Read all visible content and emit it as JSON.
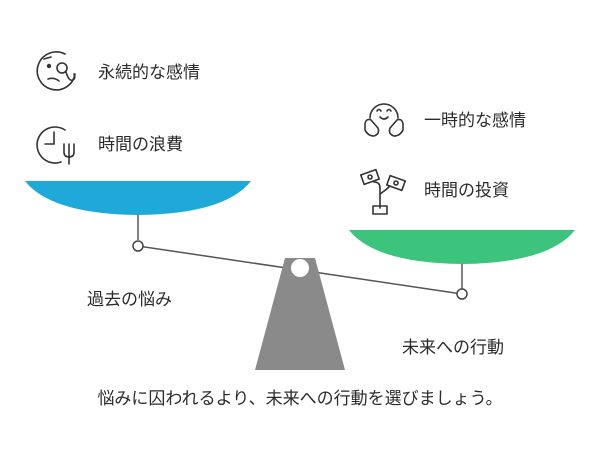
{
  "left": {
    "items": [
      {
        "label": "永続的な感情",
        "icon": "thinking-face-icon"
      },
      {
        "label": "時間の浪費",
        "icon": "clock-fork-icon"
      }
    ],
    "weight_label": "過去の悩み",
    "pan_color": "#1fa9d8"
  },
  "right": {
    "items": [
      {
        "label": "一時的な感情",
        "icon": "hugging-face-icon"
      },
      {
        "label": "時間の投資",
        "icon": "money-plant-icon"
      }
    ],
    "weight_label": "未来への行動",
    "pan_color": "#3cc47c"
  },
  "caption": "悩みに囚われるより、未来への行動を選びましょう。",
  "colors": {
    "stand": "#8a8a8a",
    "beam": "#555555",
    "stroke": "#333333"
  }
}
